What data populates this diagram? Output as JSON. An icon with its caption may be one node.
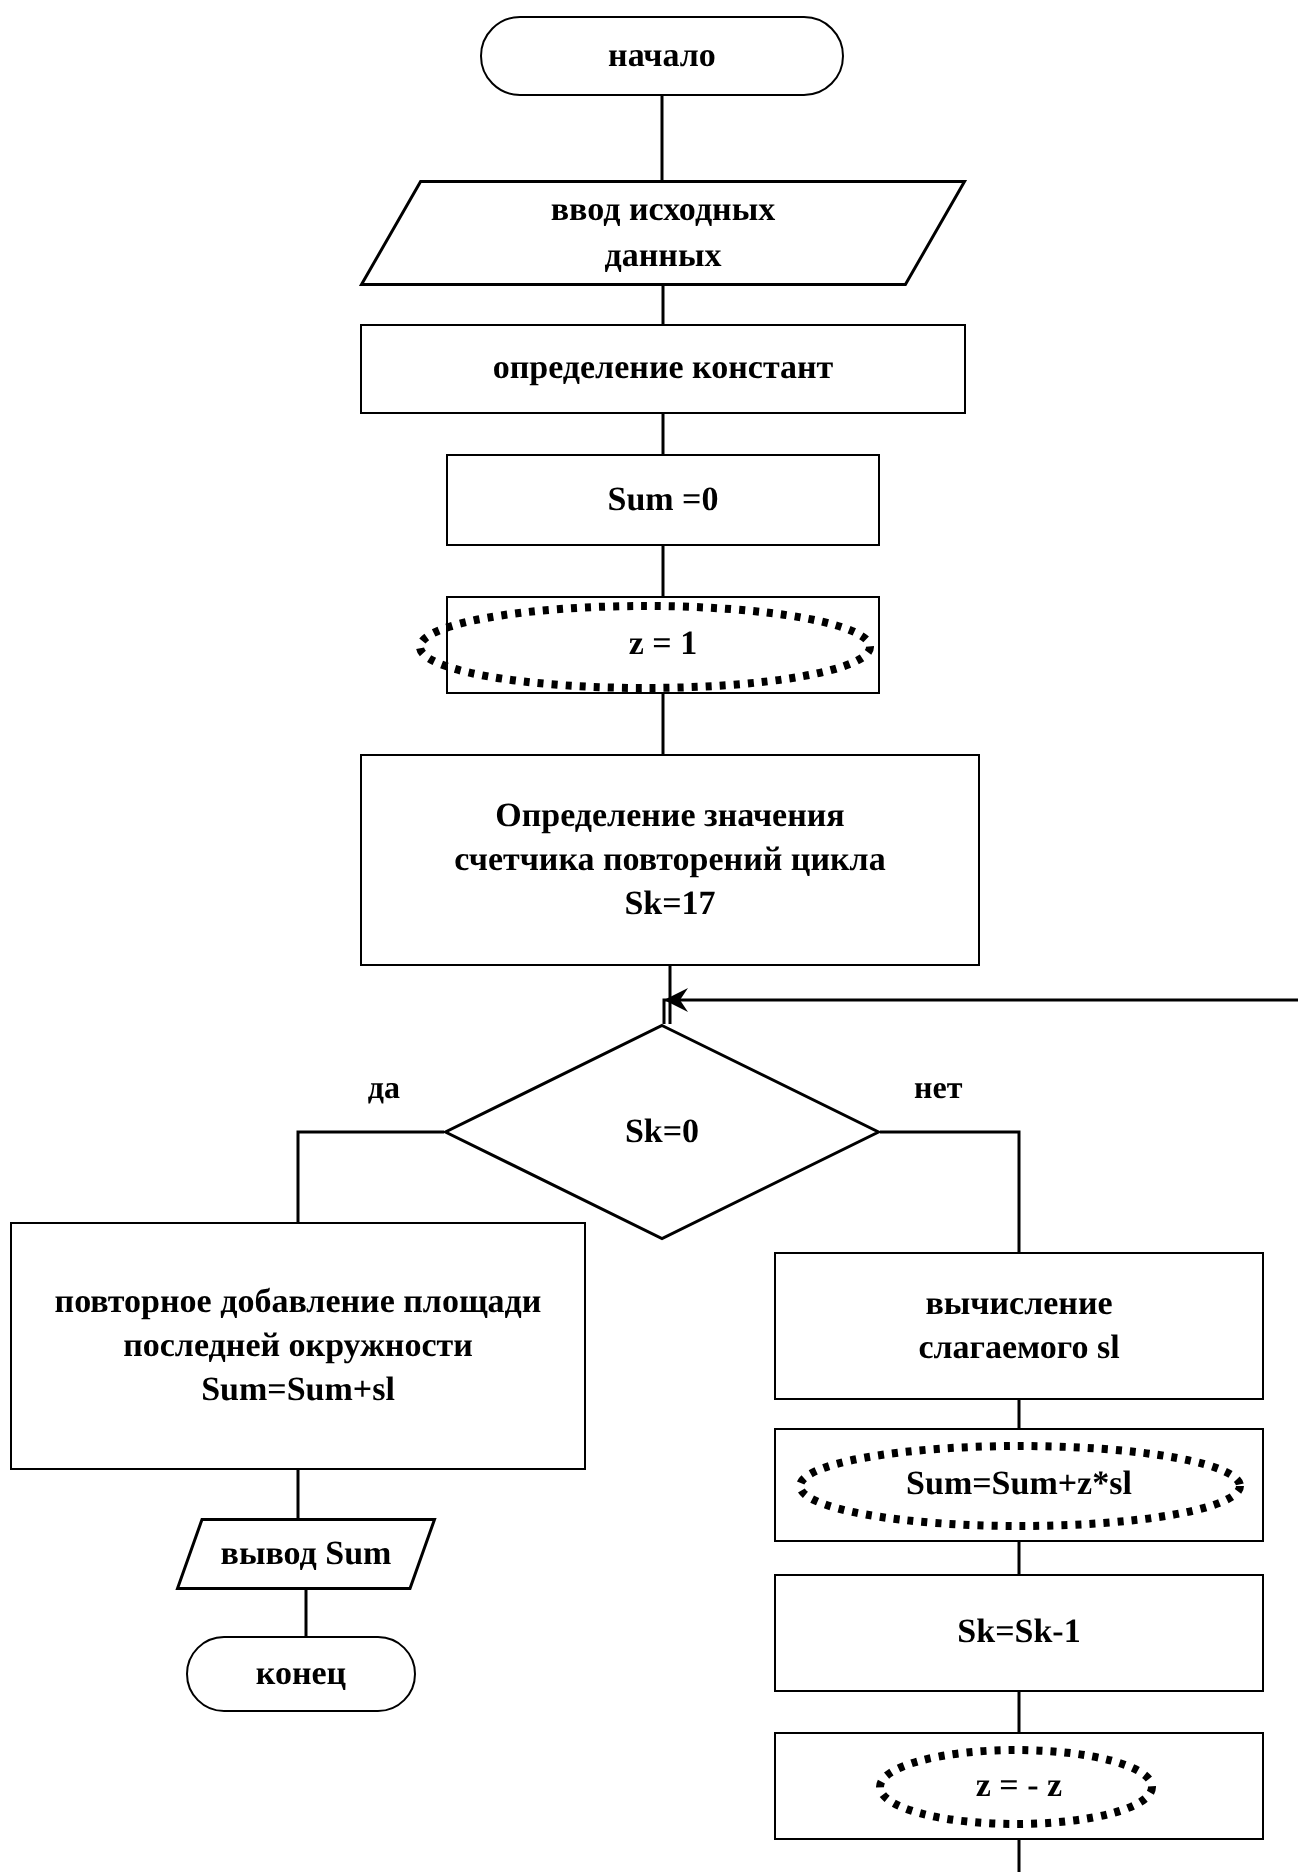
{
  "diagram": {
    "nodes": [
      {
        "text": [
          "начало"
        ]
      },
      {
        "text": [
          "ввод исходных данных"
        ]
      },
      {
        "text": [
          "определение констант"
        ]
      },
      {
        "text": [
          "Sum =0"
        ]
      },
      {
        "text": [
          "z = 1"
        ]
      },
      {
        "text": [
          "Определение значения счетчика повторений цикла Sk=17"
        ]
      },
      {
        "text": [
          "Sk=0"
        ]
      },
      {
        "text": [
          "повторное добавление площади последней окружности Sum=Sum+sl"
        ]
      },
      {
        "text": [
          "вывод Sum"
        ]
      },
      {
        "text": [
          "конец"
        ]
      },
      {
        "text": [
          "вычисление слагаемого sl"
        ]
      },
      {
        "text": [
          "Sum=Sum+z*sl"
        ]
      },
      {
        "text": [
          "Sk=Sk-1"
        ]
      },
      {
        "text": [
          "z = - z"
        ]
      }
    ],
    "edges": [
      {
        "from": 0,
        "to": 1,
        "arrow": "none"
      },
      {
        "from": 1,
        "to": 2,
        "arrow": "none"
      },
      {
        "from": 2,
        "to": 3,
        "arrow": "none"
      },
      {
        "from": 3,
        "to": 4,
        "arrow": "none"
      },
      {
        "from": 4,
        "to": 5,
        "arrow": "none"
      },
      {
        "from": 5,
        "to": 6,
        "arrow": "none"
      },
      {
        "from": 6,
        "to": 7,
        "arrow": "none",
        "label": "да"
      },
      {
        "from": 6,
        "to": 10,
        "arrow": "none",
        "label": "нет"
      },
      {
        "from": 7,
        "to": 8,
        "arrow": "none"
      },
      {
        "from": 8,
        "to": 9,
        "arrow": "none"
      },
      {
        "from": 10,
        "to": 11,
        "arrow": "none"
      },
      {
        "from": 11,
        "to": 12,
        "arrow": "none"
      },
      {
        "from": 12,
        "to": 13,
        "arrow": "none"
      },
      {
        "from": 13,
        "to": null,
        "arrow": "none"
      },
      {
        "from": null,
        "to": 6,
        "arrow": "to"
      }
    ]
  }
}
